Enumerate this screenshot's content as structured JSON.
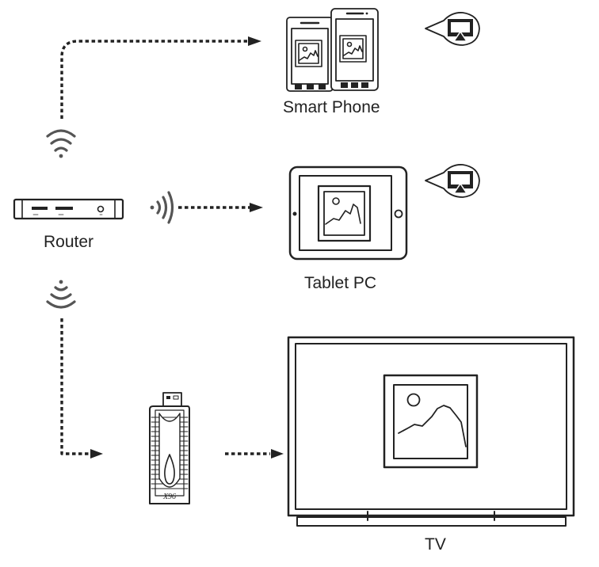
{
  "labels": {
    "smart_phone": "Smart Phone",
    "router": "Router",
    "tablet_pc": "Tablet PC",
    "tv": "TV"
  },
  "stick_brand": "X96",
  "colors": {
    "line": "#222222",
    "wifi": "#555555",
    "background": "#ffffff"
  },
  "icons": [
    "router-icon",
    "wifi-signal-icon",
    "smart-phone-icon",
    "tablet-icon",
    "tv-icon",
    "tv-stick-icon",
    "airplay-icon",
    "picture-icon"
  ]
}
